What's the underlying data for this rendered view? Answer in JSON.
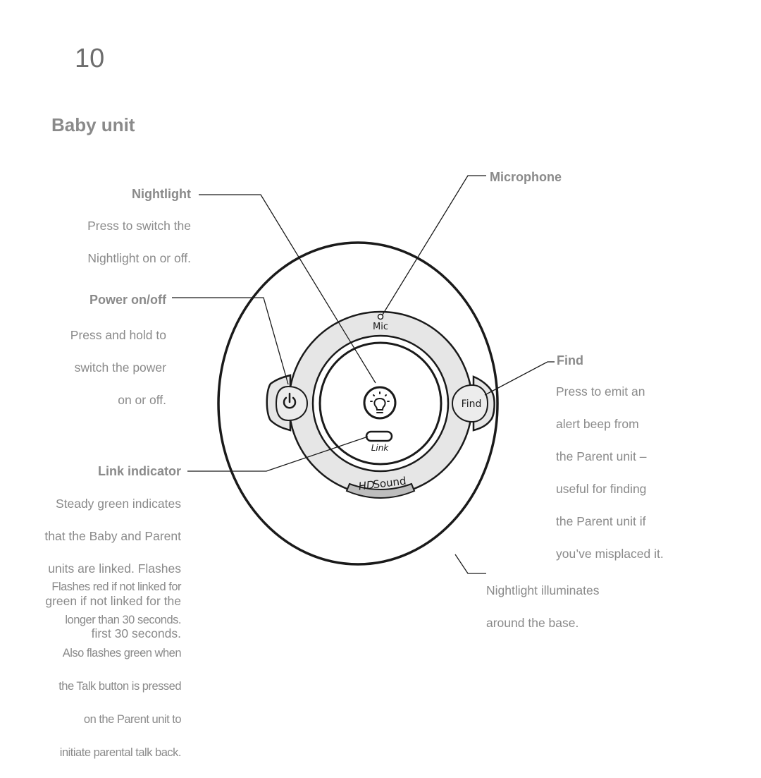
{
  "page_number": "10",
  "section_title": "Baby unit",
  "device": {
    "mic_label": "Mic",
    "find_label": "Find",
    "link_label": "Link",
    "hd_label": "HD",
    "sound_label": "Sound"
  },
  "callouts": {
    "nightlight": {
      "title": "Nightlight",
      "lines": [
        "Press to switch the",
        "Nightlight on or off."
      ]
    },
    "power": {
      "title": "Power on/off",
      "lines": [
        "Press and hold to",
        "switch the power",
        "on or off."
      ]
    },
    "link": {
      "title": "Link indicator",
      "lines": [
        "Steady green indicates",
        "that the Baby and Parent",
        "units are linked. Flashes",
        "green if not linked for the",
        "first 30 seconds."
      ],
      "lines2": [
        "Flashes red if not linked for",
        "longer than 30 seconds.",
        "Also flashes green when",
        "the Talk button is pressed",
        "on the Parent unit to",
        "initiate parental talk back."
      ]
    },
    "microphone": {
      "title": "Microphone"
    },
    "find": {
      "title": "Find",
      "lines": [
        "Press to emit an",
        "alert beep from",
        "the Parent unit –",
        "useful for finding",
        "the Parent unit if",
        "you’ve misplaced it."
      ]
    },
    "base": {
      "lines": [
        "Nightlight illuminates",
        "around the base."
      ]
    }
  }
}
